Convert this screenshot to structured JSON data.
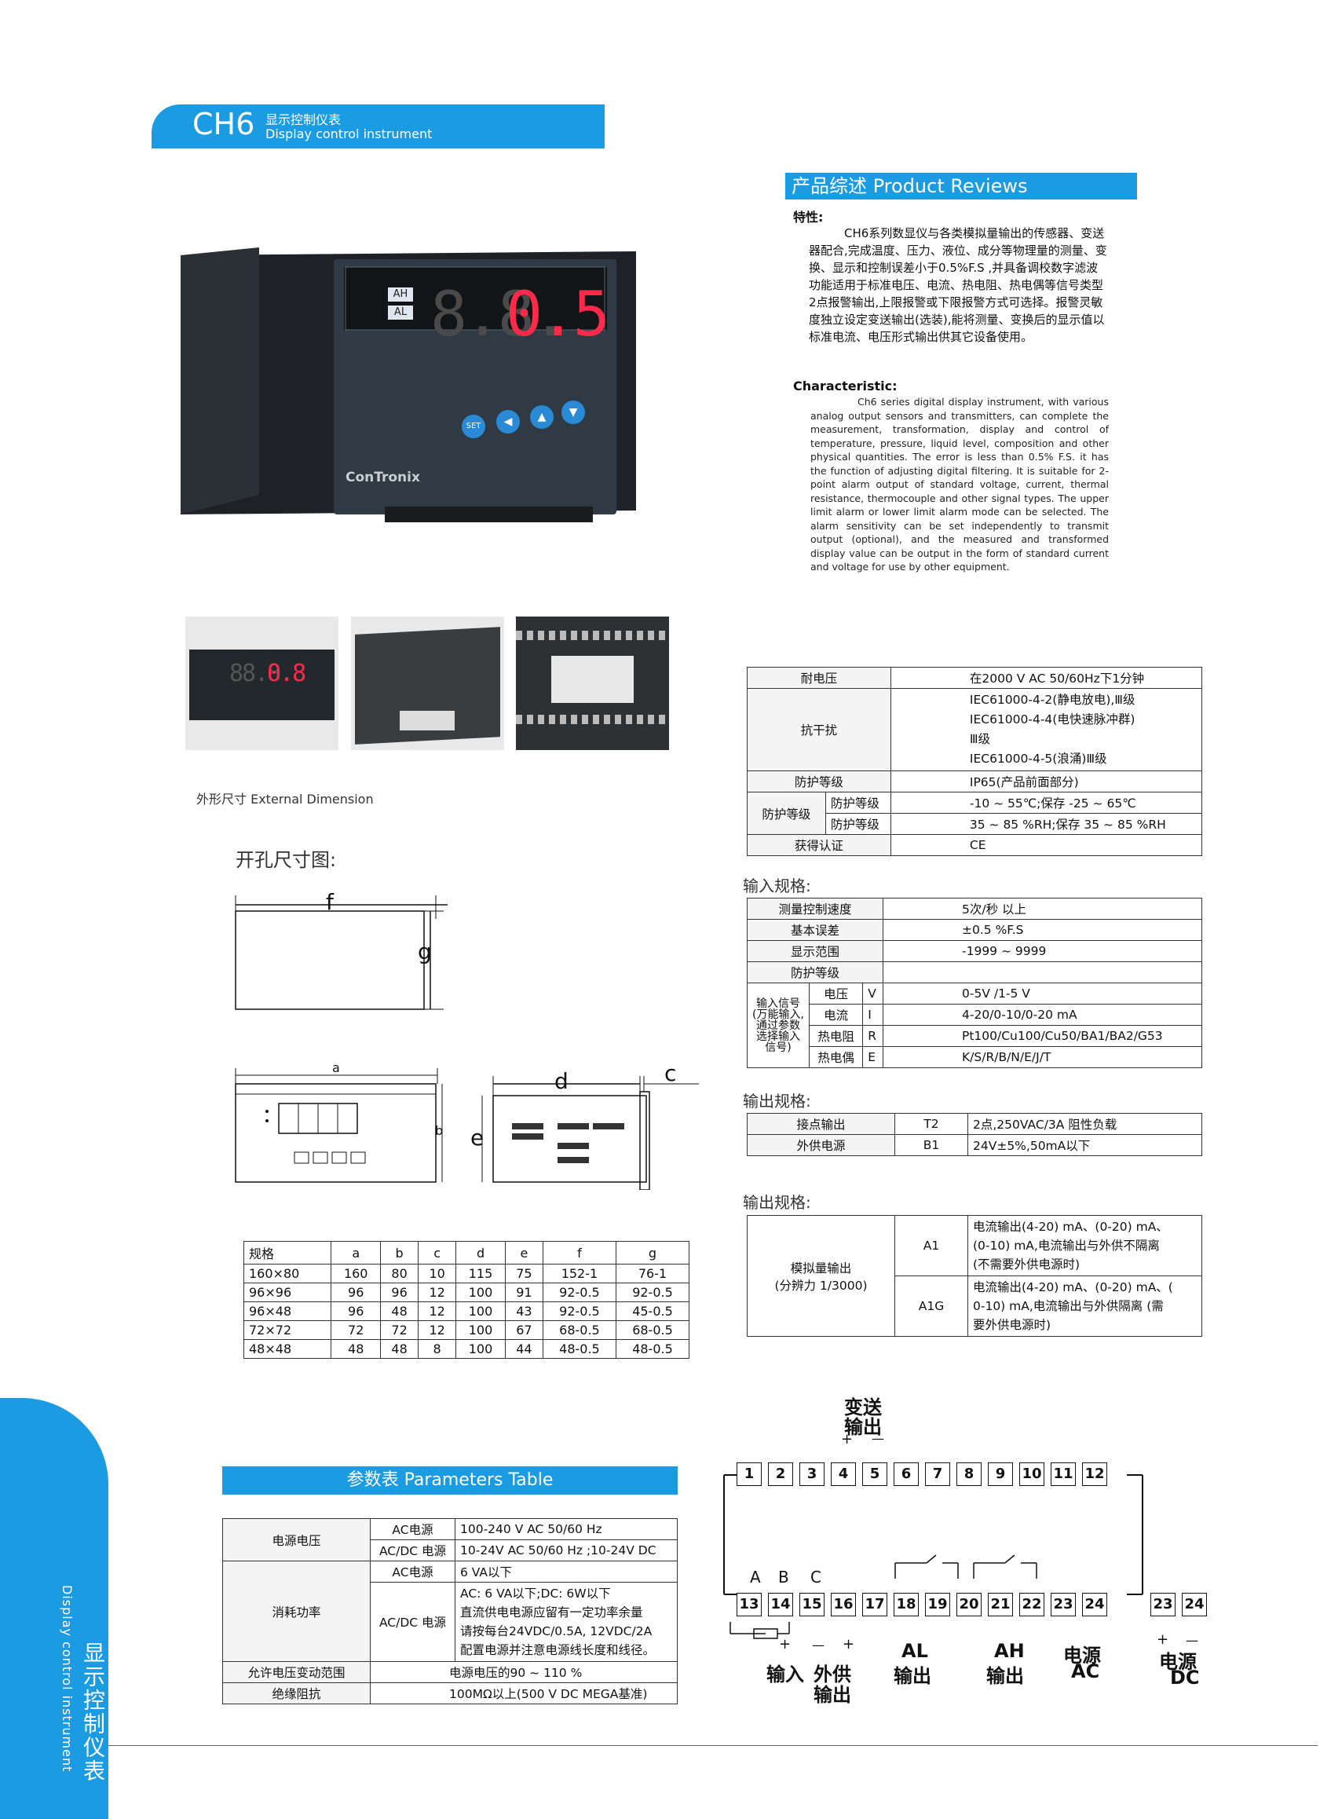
{
  "header": {
    "model": "CH6",
    "title_cn": "显示控制仪表",
    "title_en": "Display control instrument"
  },
  "side_tab": {
    "cn": "显示控制仪表",
    "en": "Display control instrument"
  },
  "device": {
    "brand": "ConTronix",
    "ah": "AH",
    "al": "AL",
    "display_dim": "8.8.",
    "display_red": "0.5",
    "set": "SET"
  },
  "reviews": {
    "title": "产品综述 Product Reviews",
    "feature_label": "特性:",
    "feature_text": "CH6系列数显仪与各类模拟量输出的传感器、变送器配合,完成温度、压力、液位、成分等物理量的测量、变换、显示和控制误差小于0.5%F.S ,并具备调校数字滤波功能适用于标准电压、电流、热电阻、热电偶等信号类型2点报警输出,上限报警或下限报警方式可选择。报警灵敏度独立设定变送输出(选装),能将测量、变换后的显示值以标准电流、电压形式输出供其它设备使用。",
    "char_label": "Characteristic:",
    "char_text": "Ch6 series digital display instrument, with various analog output sensors and transmitters, can complete the measurement, transformation, display and control of temperature, pressure, liquid level, composition and other physical quantities. The error is less than 0.5% F.S. it has the function of adjusting digital filtering. It is suitable for 2-point alarm output of standard voltage, current, thermal resistance, thermocouple and other signal types. The upper limit alarm or lower limit alarm mode can be selected. The alarm sensitivity can be set independently to transmit output (optional), and the measured and transformed display value can be output in the form of standard current and voltage for use by other equipment."
  },
  "thumb1": {
    "display": "88.8.",
    "display_red": "0.8"
  },
  "ext_dim_label": "外形尺寸 External Dimension",
  "cutout_label": "开孔尺寸图:",
  "dim_letters": {
    "f": "f",
    "g": "g",
    "a": "a",
    "b": "b",
    "d": "d",
    "c": "c",
    "e": "e"
  },
  "dim_table": {
    "headers": [
      "规格",
      "a",
      "b",
      "c",
      "d",
      "e",
      "f",
      "g"
    ],
    "rows": [
      [
        "160×80",
        "160",
        "80",
        "10",
        "115",
        "75",
        "152-1",
        "76-1"
      ],
      [
        "96×96",
        "96",
        "96",
        "12",
        "100",
        "91",
        "92-0.5",
        "92-0.5"
      ],
      [
        "96×48",
        "96",
        "48",
        "12",
        "100",
        "43",
        "92-0.5",
        "45-0.5"
      ],
      [
        "72×72",
        "72",
        "72",
        "12",
        "100",
        "67",
        "68-0.5",
        "68-0.5"
      ],
      [
        "48×48",
        "48",
        "48",
        "8",
        "100",
        "44",
        "48-0.5",
        "48-0.5"
      ]
    ]
  },
  "spec_table": {
    "withstand": {
      "label": "耐电压",
      "value": "在2000 V AC 50/60Hz下1分钟"
    },
    "emc": {
      "label": "抗干扰",
      "l1": "IEC61000-4-2(静电放电),Ⅲ级",
      "l2": "IEC61000-4-4(电快速脉冲群)",
      "l3": "Ⅲ级",
      "l4": "IEC61000-4-5(浪涌)Ⅲ级"
    },
    "ip": {
      "label": "防护等级",
      "value": "IP65(产品前面部分)"
    },
    "env": {
      "label": "防护等级",
      "sub1": "防护等级",
      "val1": "-10 ~ 55℃;保存 -25 ~ 65℃",
      "sub2": "防护等级",
      "val2": "35 ~ 85 %RH;保存 35 ~ 85 %RH"
    },
    "cert": {
      "label": "获得认证",
      "value": "CE"
    }
  },
  "input_spec": {
    "title": "输入规格:",
    "speed": {
      "label": "测量控制速度",
      "value": "5次/秒 以上"
    },
    "error": {
      "label": "基本误差",
      "value": "±0.5 %F.S"
    },
    "range": {
      "label": "显示范围",
      "value": "-1999 ~ 9999"
    },
    "prot": {
      "label": "防护等级",
      "value": ""
    },
    "signal_label": "输入信号(万能输入,通过参数选择输入信号)",
    "signals": [
      {
        "type": "电压",
        "code": "V",
        "value": "0-5V /1-5 V"
      },
      {
        "type": "电流",
        "code": "I",
        "value": "4-20/0-10/0-20 mA"
      },
      {
        "type": "热电阻",
        "code": "R",
        "value": "Pt100/Cu100/Cu50/BA1/BA2/G53"
      },
      {
        "type": "热电偶",
        "code": "E",
        "value": "K/S/R/B/N/E/J/T"
      }
    ]
  },
  "output_spec1": {
    "title": "输出规格:",
    "rows": [
      {
        "label": "接点输出",
        "code": "T2",
        "value": "2点,250VAC/3A 阻性负载"
      },
      {
        "label": "外供电源",
        "code": "B1",
        "value": "24V±5%,50mA以下"
      }
    ]
  },
  "output_spec2": {
    "title": "输出规格:",
    "label1": "模拟量输出",
    "label2": "(分辨力 1/3000)",
    "rows": [
      {
        "code": "A1",
        "l1": "电流输出(4-20) mA、(0-20) mA、",
        "l2": "(0-10) mA,电流输出与外供不隔离",
        "l3": "(不需要外供电源时)"
      },
      {
        "code": "A1G",
        "l1": "电流输出(4-20) mA、(0-20) mA、(",
        "l2": "0-10) mA,电流输出与外供隔离 (需",
        "l3": "要外供电源时)"
      }
    ]
  },
  "params": {
    "title": "参数表 Parameters Table",
    "supply": {
      "label": "电源电压",
      "ac": "AC电源",
      "ac_val": "100-240 V AC 50/60 Hz",
      "acdc": "AC/DC 电源",
      "acdc_val": "10-24V AC 50/60 Hz ;10-24V DC"
    },
    "power": {
      "label": "消耗功率",
      "ac": "AC电源",
      "ac_val": "6 VA以下",
      "acdc": "AC/DC 电源",
      "l1": "AC: 6 VA以下;DC: 6W以下",
      "l2": "直流供电电源应留有一定功率余量",
      "l3": "请按每台24VDC/0.5A, 12VDC/2A",
      "l4": "配置电源并注意电源线长度和线径。"
    },
    "variation": {
      "label": "允许电压变动范围",
      "value": "电源电压的90 ~ 110 %"
    },
    "insulation": {
      "label": "绝缘阻抗",
      "value": "100MΩ以上(500 V DC MEGA基准)"
    }
  },
  "wiring": {
    "top_label1": "变送",
    "top_label2": "输出",
    "plus": "+",
    "minus": "—",
    "top_terminals": [
      "1",
      "2",
      "3",
      "4",
      "5",
      "6",
      "7",
      "8",
      "9",
      "10",
      "11",
      "12"
    ],
    "bottom_terminals": [
      "13",
      "14",
      "15",
      "16",
      "17",
      "18",
      "19",
      "20",
      "21",
      "22",
      "23",
      "24"
    ],
    "extra_terminals": [
      "23",
      "24"
    ],
    "abc": [
      "A",
      "B",
      "C"
    ],
    "input_label": "输入",
    "ext1": "外供",
    "ext2": "输出",
    "al1": "AL",
    "al2": "输出",
    "ah1": "AH",
    "ah2": "输出",
    "ac1": "电源",
    "ac2": "AC",
    "dc1": "电源",
    "dc2": "DC"
  }
}
